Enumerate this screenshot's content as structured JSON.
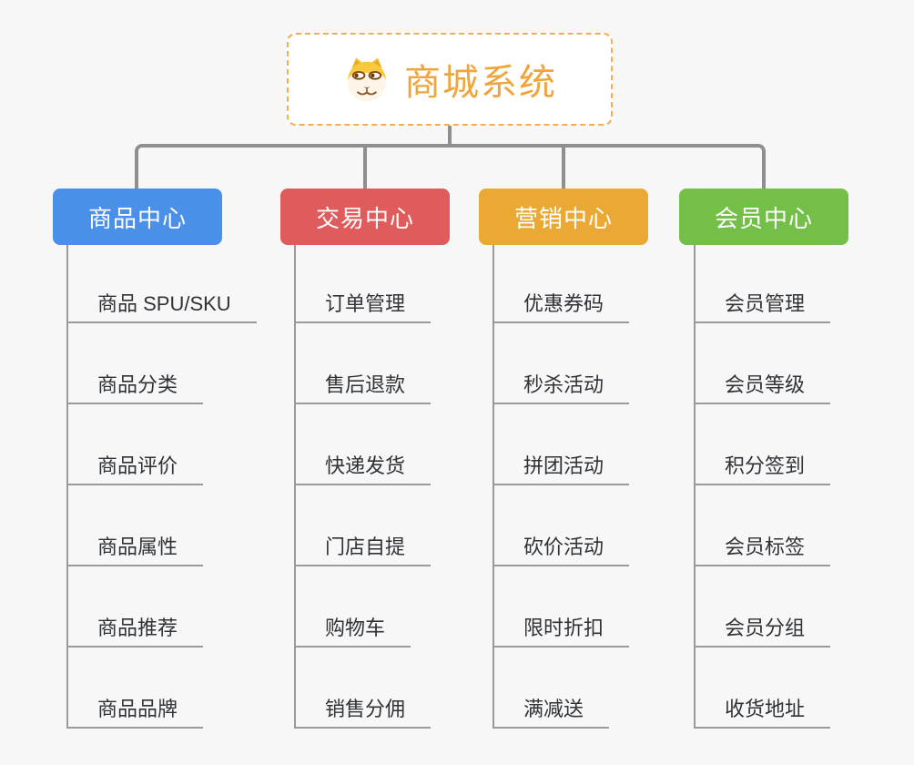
{
  "root": {
    "label": "商城系统",
    "icon": "dog-face-icon"
  },
  "colors": {
    "background": "#F7F7F7",
    "root_border": "#F3AE55",
    "root_text": "#F0A43C",
    "connector": "#8F8F8F",
    "leaf_line": "#9A9A9A",
    "leaf_text": "#2F3338"
  },
  "branches": [
    {
      "label": "商品中心",
      "color": "#4A8FE8",
      "children": [
        "商品 SPU/SKU",
        "商品分类",
        "商品评价",
        "商品属性",
        "商品推荐",
        "商品品牌"
      ]
    },
    {
      "label": "交易中心",
      "color": "#E05B5B",
      "children": [
        "订单管理",
        "售后退款",
        "快递发货",
        "门店自提",
        "购物车",
        "销售分佣"
      ]
    },
    {
      "label": "营销中心",
      "color": "#EAA935",
      "children": [
        "优惠券码",
        "秒杀活动",
        "拼团活动",
        "砍价活动",
        "限时折扣",
        "满减送"
      ]
    },
    {
      "label": "会员中心",
      "color": "#73BF48",
      "children": [
        "会员管理",
        "会员等级",
        "积分签到",
        "会员标签",
        "会员分组",
        "收货地址"
      ]
    }
  ]
}
